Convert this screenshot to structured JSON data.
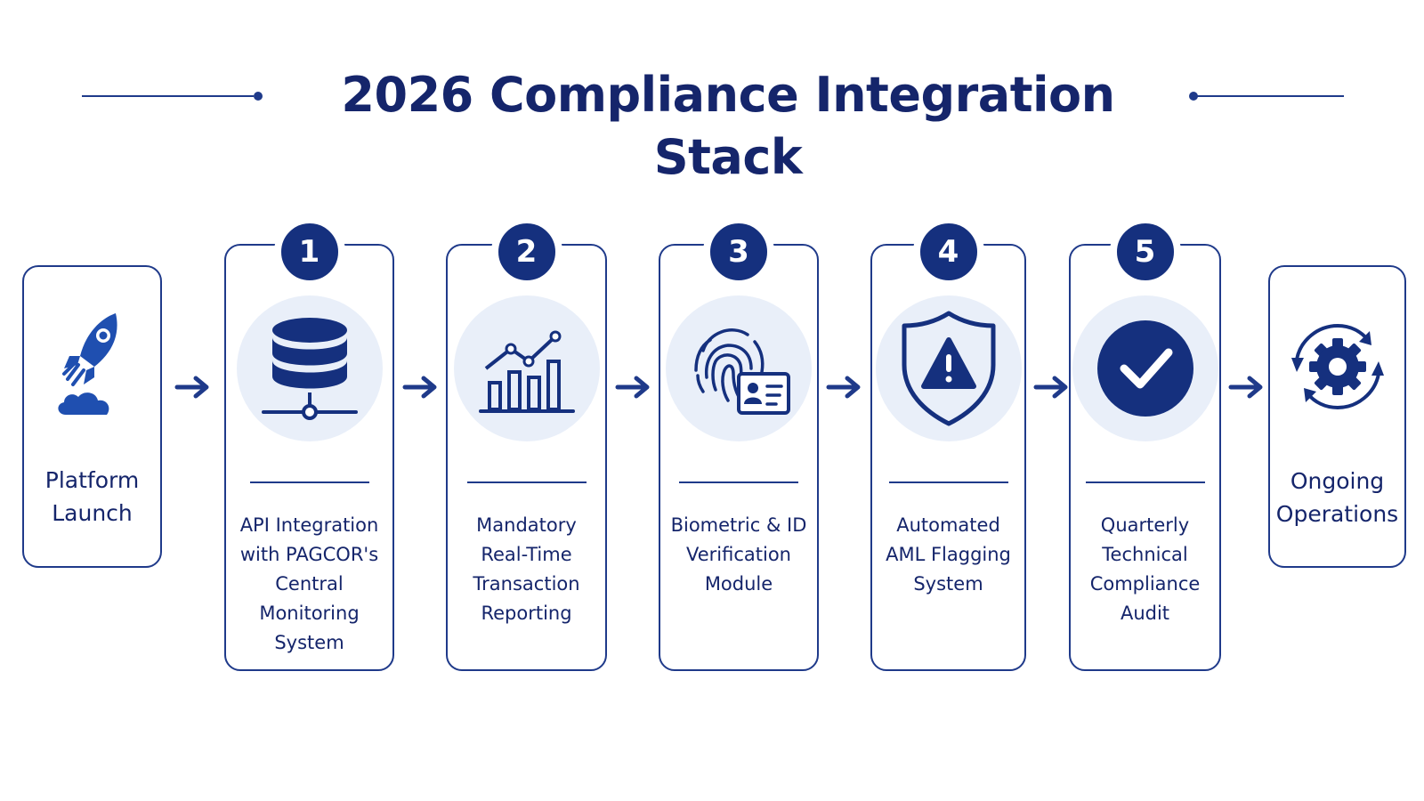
{
  "title": "2026 Compliance Integration Stack",
  "colors": {
    "primary": "#15307e",
    "accent": "#1f4fb0",
    "icon_bg": "#e9eff9"
  },
  "start": {
    "label": "Platform\nLaunch",
    "icon": "rocket-icon"
  },
  "steps": [
    {
      "number": "1",
      "label": "API Integration\nwith PAGCOR's\nCentral Monitoring\nSystem",
      "icon": "database-icon"
    },
    {
      "number": "2",
      "label": "Mandatory\nReal-Time\nTransaction\nReporting",
      "icon": "bar-chart-icon"
    },
    {
      "number": "3",
      "label": "Biometric & ID\nVerification\nModule",
      "icon": "fingerprint-id-icon"
    },
    {
      "number": "4",
      "label": "Automated\nAML Flagging\nSystem",
      "icon": "shield-alert-icon"
    },
    {
      "number": "5",
      "label": "Quarterly\nTechnical\nCompliance\nAudit",
      "icon": "check-circle-icon"
    }
  ],
  "end": {
    "label": "Ongoing\nOperations",
    "icon": "gear-cycle-icon"
  }
}
